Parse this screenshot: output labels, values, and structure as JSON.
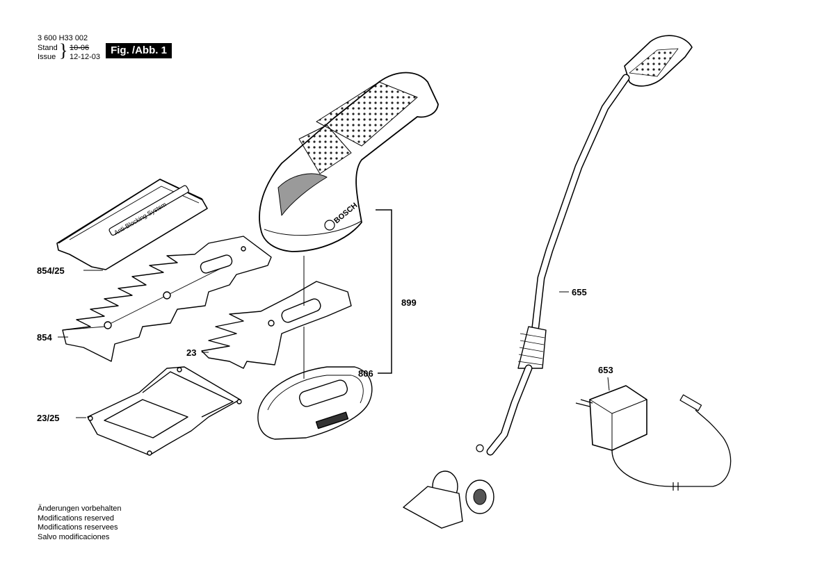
{
  "header": {
    "doc_number": "3 600 H33 002",
    "stand_label": "Stand",
    "issue_label": "Issue",
    "old_date": "10-06",
    "issue_date": "12-12-03",
    "figure_label": "Fig. /Abb. 1"
  },
  "parts": {
    "p854_25": "854/25",
    "p854": "854",
    "p23": "23",
    "p23_25": "23/25",
    "p806": "806",
    "p899": "899",
    "p655": "655",
    "p653": "653"
  },
  "cover_text": "Anti-Blocking System",
  "housing_logo": "BOSCH",
  "notes": [
    "Änderungen vorbehalten",
    "Modifications reserved",
    "Modifications reservees",
    "Salvo modificaciones"
  ]
}
